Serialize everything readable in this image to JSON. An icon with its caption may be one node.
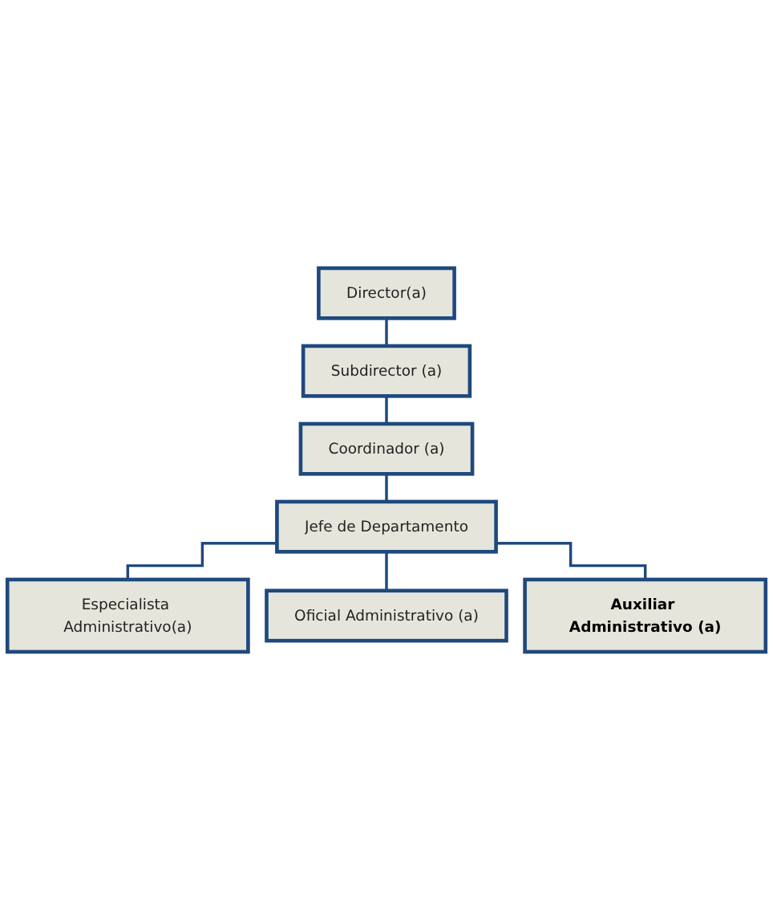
{
  "diagram": {
    "nodes": [
      {
        "text": [
          "Director(a)"
        ]
      },
      {
        "text": [
          "Subdirector (a)"
        ]
      },
      {
        "text": [
          "Coordinador (a)"
        ]
      },
      {
        "text": [
          "Jefe de Departamento"
        ]
      },
      {
        "text": [
          "Especialista Administrativo(a)"
        ]
      },
      {
        "text": [
          "Oficial Administrativo (a)"
        ]
      },
      {
        "text": [
          "Auxiliar Administrativo (a)"
        ]
      }
    ],
    "edges": [
      {
        "from": 0,
        "to": 1,
        "arrow": "none"
      },
      {
        "from": 1,
        "to": 2,
        "arrow": "none"
      },
      {
        "from": 2,
        "to": 3,
        "arrow": "none"
      },
      {
        "from": 3,
        "to": 4,
        "arrow": "none"
      },
      {
        "from": 3,
        "to": 5,
        "arrow": "none"
      },
      {
        "from": 3,
        "to": 6,
        "arrow": "none"
      }
    ]
  }
}
